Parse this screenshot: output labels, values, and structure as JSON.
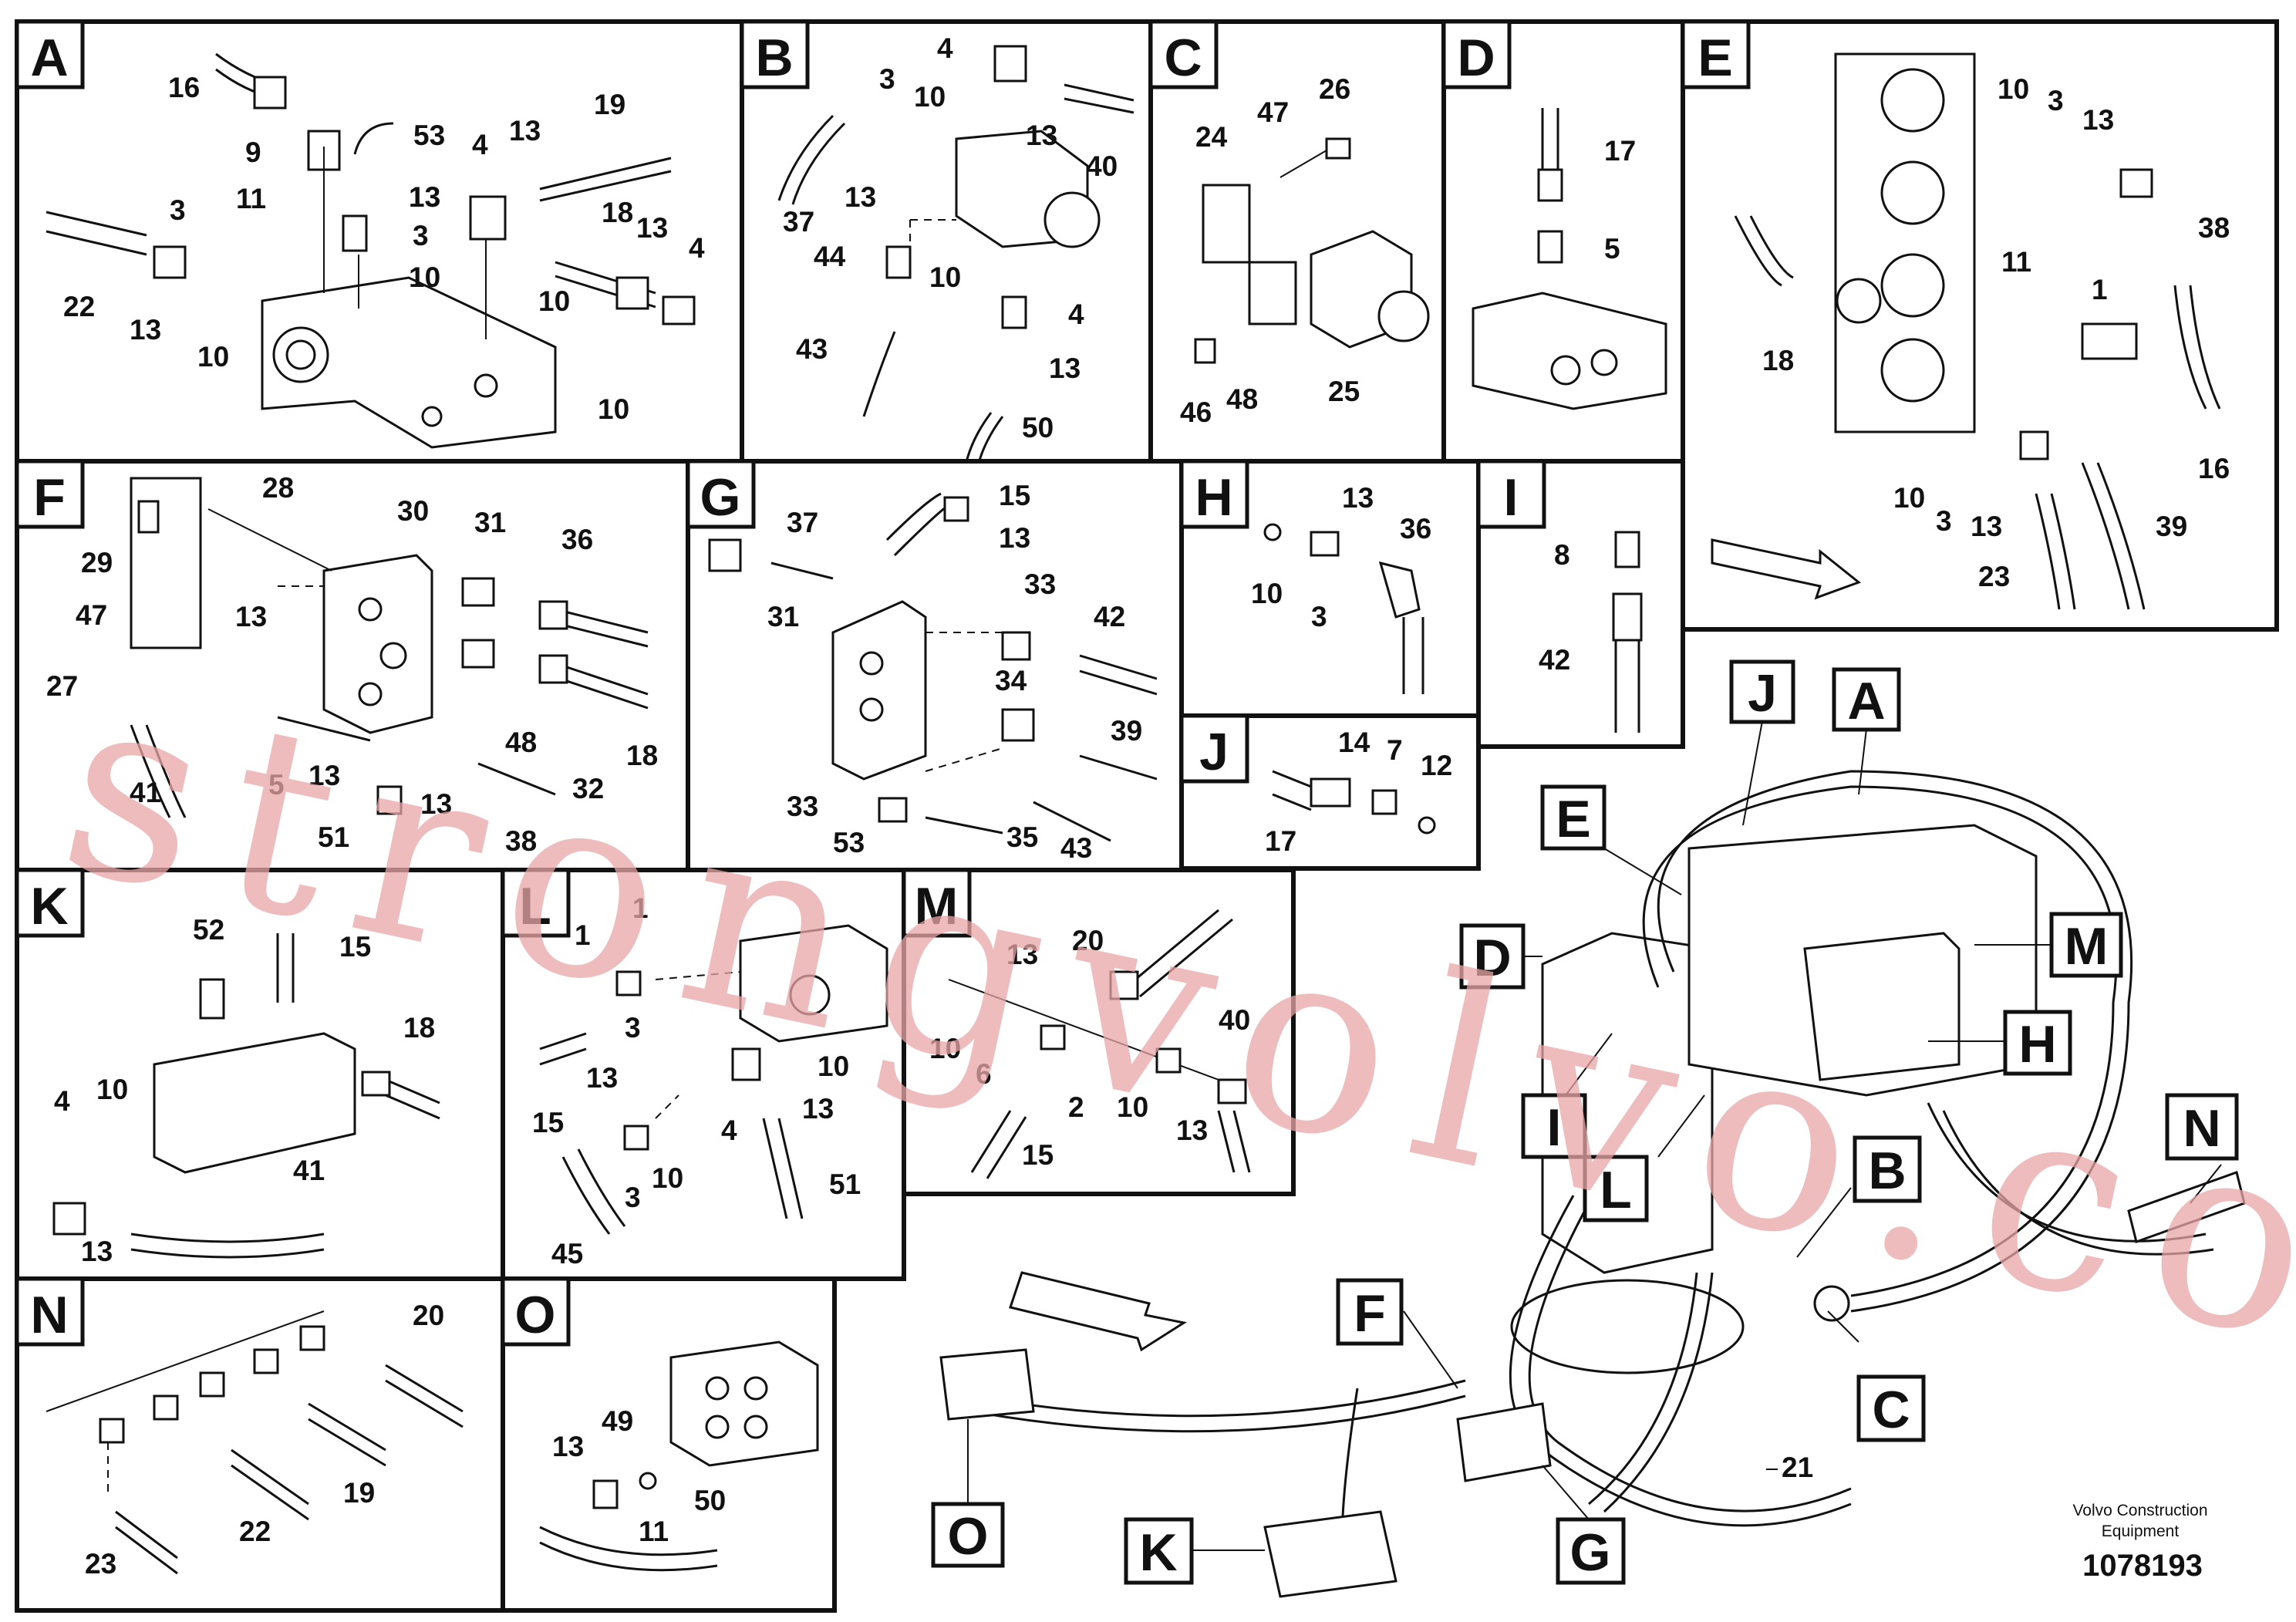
{
  "panels": {
    "A": {
      "letter": "A",
      "labels": [
        "16",
        "9",
        "53",
        "19",
        "13",
        "4",
        "13",
        "11",
        "13",
        "3",
        "10",
        "18",
        "13",
        "4",
        "22",
        "3",
        "13",
        "10",
        "10",
        "10"
      ]
    },
    "B": {
      "letter": "B",
      "labels": [
        "4",
        "3",
        "10",
        "13",
        "40",
        "37",
        "13",
        "44",
        "10",
        "4",
        "43",
        "13",
        "50"
      ]
    },
    "C": {
      "letter": "C",
      "labels": [
        "47",
        "26",
        "24",
        "25",
        "46",
        "48"
      ]
    },
    "D": {
      "letter": "D",
      "labels": [
        "17",
        "5"
      ]
    },
    "E": {
      "letter": "E",
      "labels": [
        "10",
        "3",
        "13",
        "38",
        "11",
        "1",
        "18",
        "16",
        "10",
        "3",
        "13",
        "39",
        "23"
      ]
    },
    "F": {
      "letter": "F",
      "labels": [
        "28",
        "30",
        "31",
        "36",
        "29",
        "47",
        "13",
        "27",
        "48",
        "32",
        "18",
        "41",
        "5",
        "13",
        "13",
        "51",
        "38"
      ]
    },
    "G": {
      "letter": "G",
      "labels": [
        "15",
        "37",
        "13",
        "31",
        "33",
        "42",
        "34",
        "39",
        "33",
        "53",
        "35",
        "43"
      ]
    },
    "H": {
      "letter": "H",
      "labels": [
        "13",
        "36",
        "10",
        "3"
      ]
    },
    "I": {
      "letter": "I",
      "labels": [
        "8",
        "42"
      ]
    },
    "J": {
      "letter": "J",
      "labels": [
        "14",
        "7",
        "12",
        "17"
      ]
    },
    "K": {
      "letter": "K",
      "labels": [
        "52",
        "15",
        "18",
        "4",
        "10",
        "41",
        "13"
      ]
    },
    "L": {
      "letter": "L",
      "labels": [
        "1",
        "1",
        "3",
        "10",
        "15",
        "13",
        "4",
        "13",
        "3",
        "10",
        "51",
        "45"
      ]
    },
    "M": {
      "letter": "M",
      "labels": [
        "20",
        "13",
        "10",
        "6",
        "2",
        "10",
        "13",
        "40",
        "15"
      ]
    },
    "N": {
      "letter": "N",
      "labels": [
        "20",
        "19",
        "22",
        "23"
      ]
    },
    "O": {
      "letter": "O",
      "labels": [
        "49",
        "13",
        "11",
        "50"
      ]
    }
  },
  "overview": {
    "callouts": [
      "J",
      "A",
      "E",
      "D",
      "M",
      "H",
      "I",
      "L",
      "B",
      "N",
      "F",
      "C",
      "O",
      "K",
      "G"
    ],
    "part_label": "21"
  },
  "credit": {
    "line1": "Volvo Construction",
    "line2": "Equipment"
  },
  "document_number": "1078193",
  "watermark": "strongvolvo.com",
  "colors": {
    "line": "#111111",
    "watermark": "#e8a6a6",
    "background": "#ffffff"
  }
}
